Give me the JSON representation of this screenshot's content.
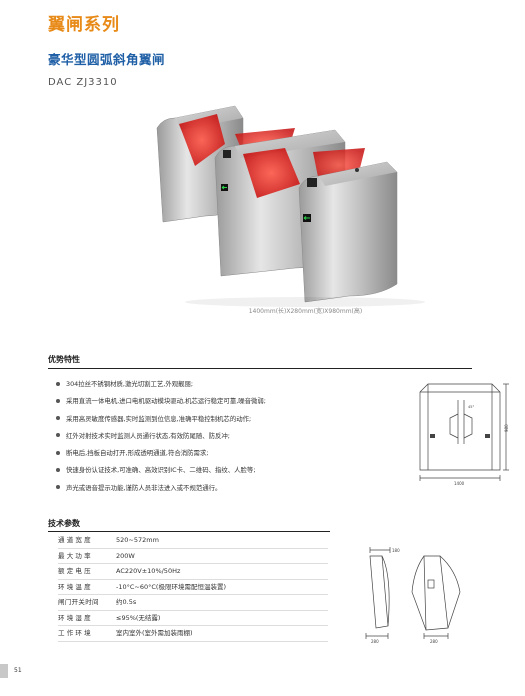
{
  "category_title": "翼闸系列",
  "product_title": "豪华型圆弧斜角翼闸",
  "model": "DAC ZJ3310",
  "photo_caption": "1400mm(长)X280mm(宽)X980mm(高)",
  "features": {
    "heading": "优势特性",
    "items": [
      "304拉丝不锈钢材质,激光切割工艺,外观靓丽;",
      "采用直流一体电机,进口电机驱动模块驱动,机芯运行稳定可靠,噪音微弱;",
      "采用高灵敏度传感器,实时监测到位信息,准确平稳控制机芯的动作;",
      "红外对射技术实时监测人员通行状态,有效防尾随、防反冲;",
      "断电后,挡板自动打开,形成透明通道,符合消防需求;",
      "快速身份认证技术,可准确、高效识别IC卡、二维码、指纹、人脸等;",
      "声光或语音提示功能,谨防人员非法进入或不规范通行。"
    ]
  },
  "drawing_front": {
    "width_label": "1400",
    "height_label": "980",
    "angle_label": "45°"
  },
  "drawing_top": {
    "top_label": "180",
    "bottom_left_label": "280",
    "bottom_right_label": "280"
  },
  "specs": {
    "heading": "技术参数",
    "rows": [
      {
        "key": "通道宽度",
        "value": "520~572mm"
      },
      {
        "key": "最大功率",
        "value": "200W"
      },
      {
        "key": "额定电压",
        "value": "AC220V±10%/50Hz"
      },
      {
        "key": "环境温度",
        "value": "-10°C~60°C(极限环境需配恒温装置)"
      },
      {
        "key": "闸门开关时间",
        "value": "约0.5s"
      },
      {
        "key": "环境湿度",
        "value": "≤95%(无结露)"
      },
      {
        "key": "工作环境",
        "value": "室内室外(室外需加装雨棚)"
      }
    ]
  },
  "page_number": "51",
  "colors": {
    "accent_orange": "#e88a17",
    "title_blue": "#1f5fa6",
    "wing_red": "#e02020",
    "arrow_green": "#2bd34a"
  }
}
